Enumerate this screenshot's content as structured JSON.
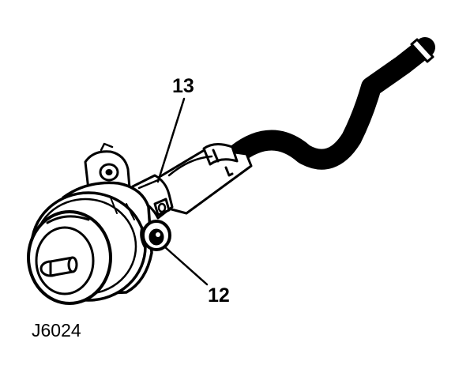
{
  "callouts": {
    "upper": "13",
    "lower": "12"
  },
  "figure_id": "J6024",
  "colors": {
    "ink": "#000000",
    "paper": "#ffffff"
  }
}
